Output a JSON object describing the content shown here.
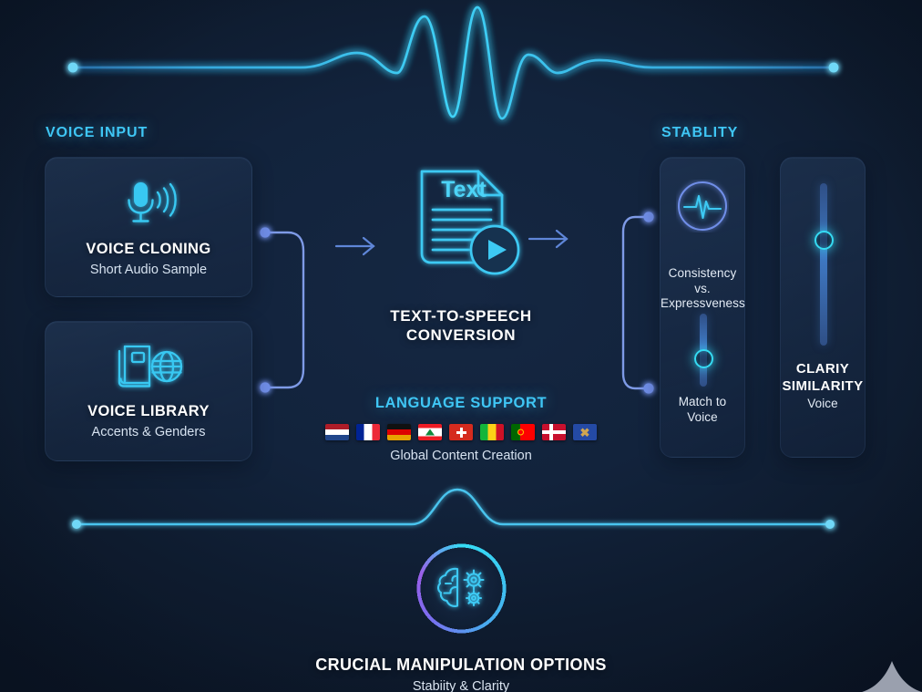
{
  "theme": {
    "background": "#0e1b2e",
    "accent_cyan": "#3fc6f5",
    "accent_blue": "#6f8ee8",
    "accent_purple": "#9a5fe8",
    "text_primary": "#ffffff",
    "text_secondary": "#d6e2f0"
  },
  "sections": {
    "voice_input_title": "VOICE INPUT",
    "stability_title": "STABLITY",
    "language_title": "LANGUAGE SUPPORT"
  },
  "cards": [
    {
      "icon": "microphone-icon",
      "title": "VOICE CLONING",
      "subtitle": "Short Audio Sample"
    },
    {
      "icon": "book-globe-icon",
      "title": "VOICE LIBRARY",
      "subtitle": "Accents & Genders"
    }
  ],
  "tts": {
    "doc_icon": "document-play-icon",
    "doc_word": "Text",
    "title_line1": "TEXT-TO-SPEECH",
    "title_line2": "CONVERSION"
  },
  "language": {
    "subtitle": "Global Content Creation",
    "flags": [
      {
        "name": "netherlands-flag",
        "stripes": [
          "#ae1c28",
          "#ffffff",
          "#21468b"
        ]
      },
      {
        "name": "france-flag",
        "stripes": [
          "#002395",
          "#ffffff",
          "#ed2939"
        ],
        "vertical": true
      },
      {
        "name": "germany-flag",
        "stripes": [
          "#000000",
          "#dd0000",
          "#ffce00"
        ]
      },
      {
        "name": "lebanon-flag",
        "stripes": [
          "#ed1c24",
          "#ffffff",
          "#ed1c24"
        ]
      },
      {
        "name": "switzerland-flag",
        "stripes": [
          "#d52b1e"
        ]
      },
      {
        "name": "mali-flag",
        "stripes": [
          "#14b53a",
          "#fcd116",
          "#ce1126"
        ],
        "vertical": true
      },
      {
        "name": "portugal-flag",
        "stripes": [
          "#006600",
          "#ff0000"
        ],
        "vertical": true
      },
      {
        "name": "denmark-flag",
        "stripes": [
          "#c8102e"
        ]
      },
      {
        "name": "kosovo-flag",
        "stripes": [
          "#244aa5"
        ]
      }
    ]
  },
  "stability_panel": {
    "icon": "pulse-wave-icon",
    "label_line1": "Consistency vs.",
    "label_line2": "Expressveness",
    "slider_label_line1": "Match to",
    "slider_label_line2": "Voice"
  },
  "clarity_panel": {
    "title_line1": "CLARIY",
    "title_line2": "SIMILARITY",
    "subtitle": "Voice"
  },
  "bottom": {
    "icon": "brain-gears-icon",
    "title": "CRUCIAL MANIPULATION OPTIONS",
    "subtitle": "Stabiity & Clarity"
  }
}
